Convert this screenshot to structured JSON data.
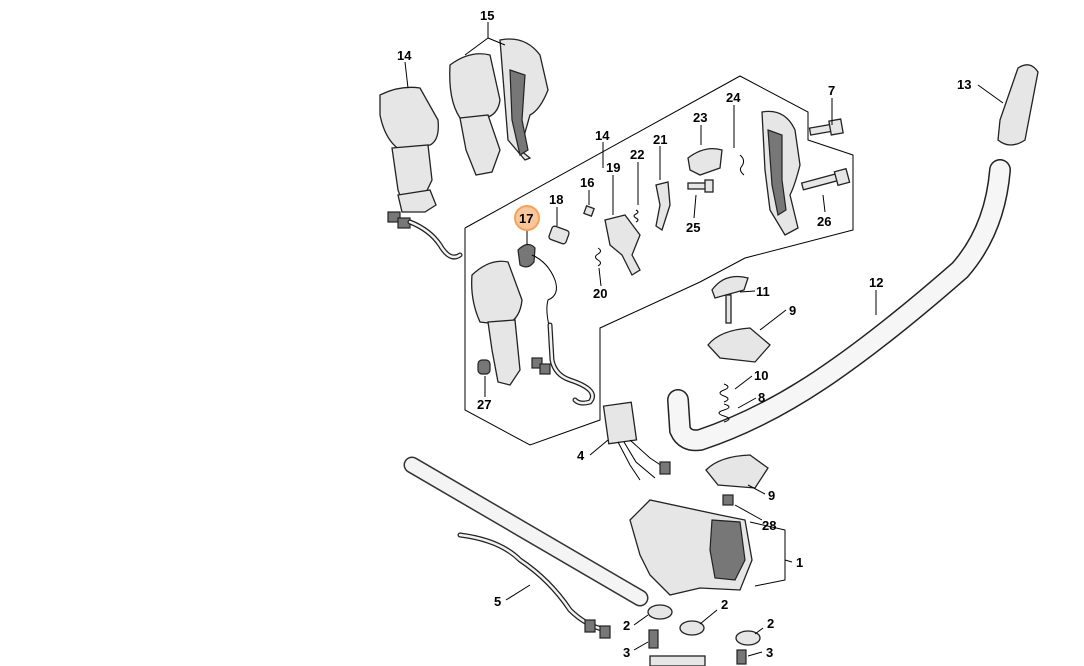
{
  "diagram": {
    "highlight_color": "#f5a25d",
    "callouts": {
      "c1": "1",
      "c2a": "2",
      "c2b": "2",
      "c2c": "2",
      "c3a": "3",
      "c3b": "3",
      "c4": "4",
      "c5": "5",
      "c7": "7",
      "c8": "8",
      "c9a": "9",
      "c9b": "9",
      "c10": "10",
      "c11": "11",
      "c12": "12",
      "c13": "13",
      "c14a": "14",
      "c14b": "14",
      "c15": "15",
      "c16": "16",
      "c17": "17",
      "c18": "18",
      "c19": "19",
      "c20": "20",
      "c21": "21",
      "c22": "22",
      "c23": "23",
      "c24": "24",
      "c25": "25",
      "c26": "26",
      "c27": "27",
      "c28": "28"
    }
  }
}
